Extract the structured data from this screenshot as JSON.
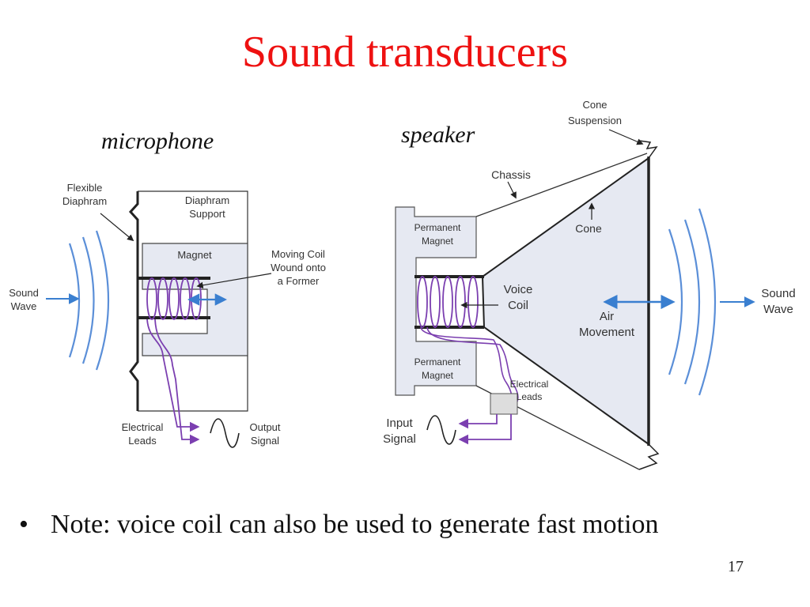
{
  "slide": {
    "title": "Sound transducers",
    "bullet_symbol": "•",
    "bullet_text": "Note: voice coil can also be used to generate fast motion",
    "page_number": "17"
  },
  "microphone": {
    "caption": "microphone",
    "labels": {
      "flexible_1": "Flexible",
      "flexible_2": "Diaphram",
      "support_1": "Diaphram",
      "support_2": "Support",
      "magnet": "Magnet",
      "coil_1": "Moving Coil",
      "coil_2": "Wound onto",
      "coil_3": "a Former",
      "sound_1": "Sound",
      "sound_2": "Wave",
      "leads_1": "Electrical",
      "leads_2": "Leads",
      "output_1": "Output",
      "output_2": "Signal"
    }
  },
  "speaker": {
    "caption": "speaker",
    "labels": {
      "cone_susp_1": "Cone",
      "cone_susp_2": "Suspension",
      "chassis": "Chassis",
      "cone": "Cone",
      "pm_top_1": "Permanent",
      "pm_top_2": "Magnet",
      "voice_1": "Voice",
      "voice_2": "Coil",
      "air_1": "Air",
      "air_2": "Movement",
      "pm_bot_1": "Permanent",
      "pm_bot_2": "Magnet",
      "leads_1": "Electrical",
      "leads_2": "Leads",
      "input_1": "Input",
      "input_2": "Signal",
      "sound_1": "Sound",
      "sound_2": "Wave"
    }
  },
  "colors": {
    "title": "#ee1111",
    "wire": "#7b3fb0",
    "arrow": "#3a7fd0",
    "wave": "#5b8fd8",
    "fill": "#e6e9f2",
    "stroke": "#333333"
  }
}
